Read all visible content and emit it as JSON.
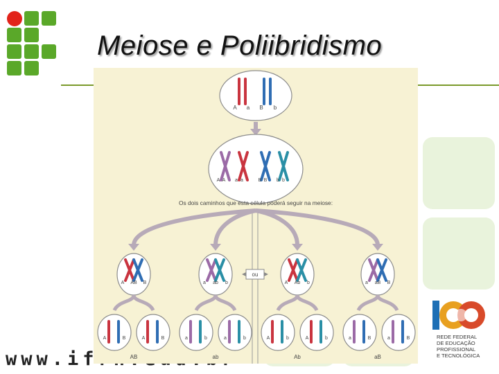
{
  "slide": {
    "title": "Meiose e Poliibridismo",
    "footer_url": "www.ifrn.edu.br"
  },
  "diagram": {
    "caption": "Os dois caminhos que esta célula poderá seguir na meiose:",
    "or_label": "ou",
    "top_cell_labels": [
      "A",
      "a",
      "B",
      "b"
    ],
    "mid_cell_labels": [
      "A",
      "A",
      "a",
      "a",
      "B",
      "B",
      "b",
      "b"
    ],
    "division_labels": [
      [
        "A",
        "AB",
        "B"
      ],
      [
        "a",
        "ab",
        "b"
      ],
      [
        "A",
        "Ab",
        "b"
      ],
      [
        "a",
        "aB",
        "B"
      ]
    ],
    "gamete_labels": [
      [
        "A",
        "B"
      ],
      [
        "A",
        "B"
      ],
      [
        "a",
        "b"
      ],
      [
        "a",
        "b"
      ],
      [
        "A",
        "b"
      ],
      [
        "A",
        "b"
      ],
      [
        "a",
        "B"
      ],
      [
        "a",
        "B"
      ]
    ],
    "gamete_types": [
      "AB",
      "ab",
      "Ab",
      "aB"
    ],
    "colors": {
      "red": "#c9343f",
      "purple": "#9b6aa6",
      "blue": "#2f6db3",
      "teal": "#2a8fa6",
      "arrow": "#b7aab8",
      "cell_fill": "#ffffff",
      "cell_stroke": "#8c8c8c"
    }
  },
  "badge": {
    "lines": [
      "REDE FEDERAL",
      "DE EDUCAÇÃO",
      "PROFISSIONAL",
      "E TECNOLÓGICA"
    ]
  }
}
